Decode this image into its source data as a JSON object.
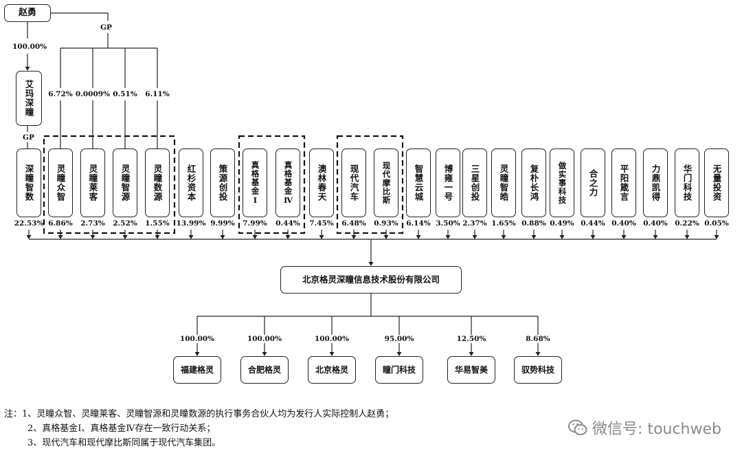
{
  "founder": "赵勇",
  "gp_label": "GP",
  "founder_to_aima_pct": "100.00%",
  "aima": "艾玛深瞳",
  "gp_pcts": [
    "6.72%",
    "0.0009%",
    "0.51%",
    "6.11%"
  ],
  "shareholders": [
    {
      "name": "深瞳智数",
      "pct": "22.53%"
    },
    {
      "name": "灵瞳众智",
      "pct": "6.86%"
    },
    {
      "name": "灵瞳莱客",
      "pct": "2.73%"
    },
    {
      "name": "灵瞳智源",
      "pct": "2.52%"
    },
    {
      "name": "灵瞳数源",
      "pct": "1.55%"
    },
    {
      "name": "红杉资本",
      "pct": "13.99%"
    },
    {
      "name": "策源创投",
      "pct": "9.99%"
    },
    {
      "name": "真格基金Ⅰ",
      "pct": "7.99%"
    },
    {
      "name": "真格基金Ⅳ",
      "pct": "0.44%"
    },
    {
      "name": "澳林春天",
      "pct": "7.45%"
    },
    {
      "name": "现代汽车",
      "pct": "6.48%"
    },
    {
      "name": "现代摩比斯",
      "pct": "0.93%"
    },
    {
      "name": "智慧云城",
      "pct": "6.14%"
    },
    {
      "name": "博雍一号",
      "pct": "3.50%"
    },
    {
      "name": "三星创投",
      "pct": "2.37%"
    },
    {
      "name": "灵瞳智皓",
      "pct": "1.65%"
    },
    {
      "name": "复朴长鸿",
      "pct": "0.88%"
    },
    {
      "name": "做实事科技",
      "pct": "0.49%"
    },
    {
      "name": "合之力",
      "pct": "0.44%"
    },
    {
      "name": "平阳箴言",
      "pct": "0.40%"
    },
    {
      "name": "力鼎凯得",
      "pct": "0.40%"
    },
    {
      "name": "华门科技",
      "pct": "0.22%"
    },
    {
      "name": "无量投资",
      "pct": "0.05%"
    }
  ],
  "company": "北京格灵深瞳信息技术股份有限公司",
  "subsidiaries": [
    {
      "name": "福建格灵",
      "pct": "100.00%"
    },
    {
      "name": "合肥格灵",
      "pct": "100.00%"
    },
    {
      "name": "北京格灵",
      "pct": "100.00%"
    },
    {
      "name": "瞳门科技",
      "pct": "95.00%"
    },
    {
      "name": "华易智美",
      "pct": "12.50%"
    },
    {
      "name": "驭势科技",
      "pct": "8.68%"
    }
  ],
  "notes": [
    "注：1、灵瞳众智、灵瞳莱客、灵瞳智源和灵瞳数源的执行事务合伙人均为发行人实际控制人赵勇；",
    "2、真格基金Ⅰ、真格基金Ⅳ存在一致行动关系；",
    "3、现代汽车和现代摩比斯同属于现代汽车集团。"
  ],
  "watermark": "微信号: touchweb"
}
